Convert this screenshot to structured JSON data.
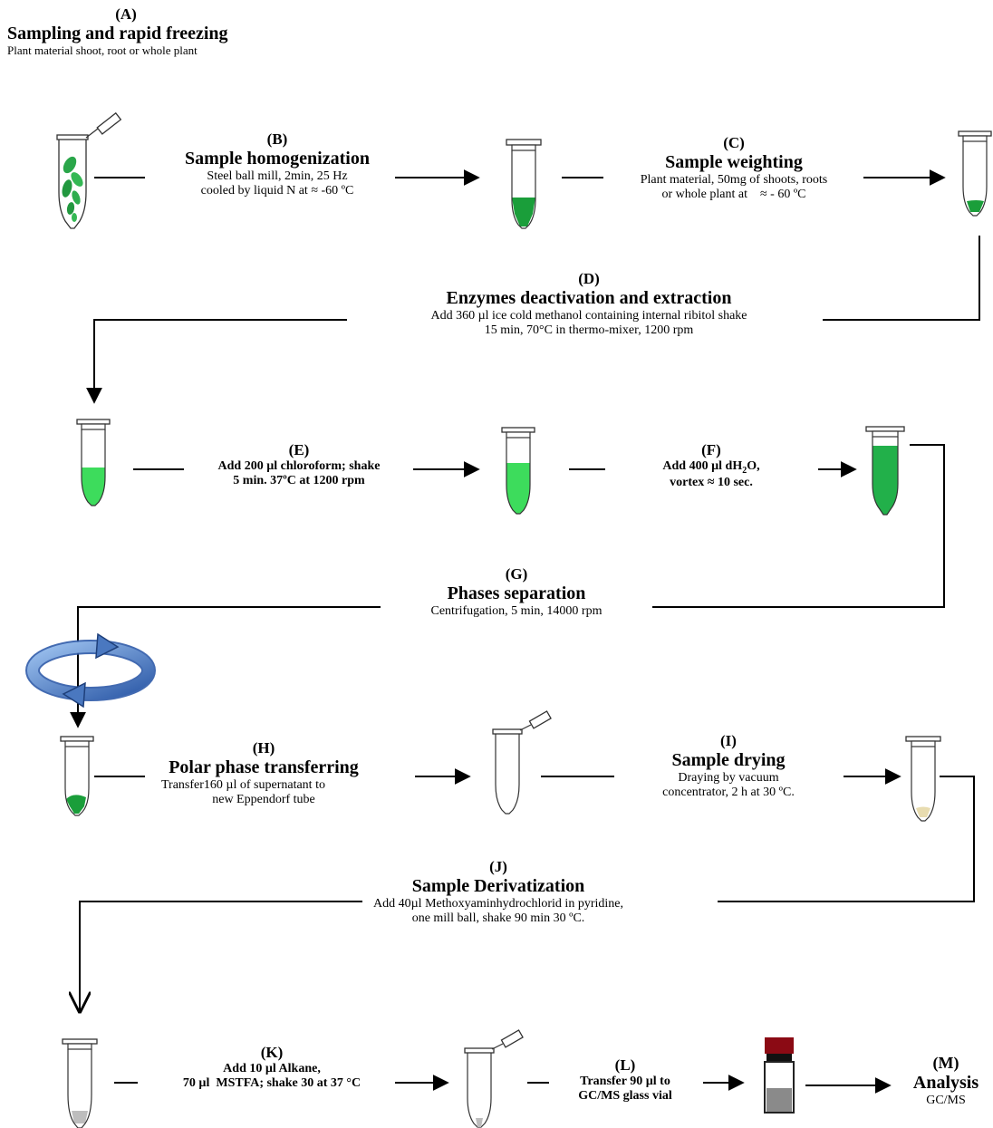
{
  "steps": {
    "A": {
      "letter": "(A)",
      "title": "Sampling and rapid freezing",
      "desc": "Plant material shoot, root or whole plant"
    },
    "B": {
      "letter": "(B)",
      "title": "Sample homogenization",
      "desc1": "Steel ball mill, 2min, 25 Hz",
      "desc2": "cooled by liquid N at ≈ -60 ºC"
    },
    "C": {
      "letter": "(C)",
      "title": "Sample weighting",
      "desc1": "Plant material, 50mg of shoots, roots",
      "desc2": "or whole plant at    ≈ - 60 ºC"
    },
    "D": {
      "letter": "(D)",
      "title": "Enzymes deactivation and extraction",
      "desc1": "Add 360 µl ice cold methanol containing internal ribitol shake",
      "desc2": "15 min, 70°C in thermo-mixer, 1200 rpm"
    },
    "E": {
      "letter": "(E)",
      "desc1": "Add 200 µl chloroform; shake",
      "desc2": "5 min. 37ºC at 1200 rpm"
    },
    "F": {
      "letter": "(F)",
      "desc1_pre": "Add 400 µl dH",
      "desc1_sub": "2",
      "desc1_post": "O,",
      "desc2": "vortex ≈ 10 sec."
    },
    "G": {
      "letter": "(G)",
      "title": "Phases separation",
      "desc": "Centrifugation, 5 min, 14000 rpm"
    },
    "H": {
      "letter": "(H)",
      "title": "Polar phase transferring",
      "desc1": "Transfer160 µl of supernatant to",
      "desc2": "new Eppendorf tube"
    },
    "I": {
      "letter": "(I)",
      "title": "Sample drying",
      "desc1": "Draying by vacuum",
      "desc2": "concentrator, 2 h at 30 ºC."
    },
    "J": {
      "letter": "(J)",
      "title": "Sample Derivatization",
      "desc1": "Add 40µl Methoxyaminhydrochlorid in pyridine,",
      "desc2": "one mill ball, shake 90 min 30 ºC."
    },
    "K": {
      "letter": "(K)",
      "desc1": "Add 10 µl Alkane,",
      "desc2": "70 µl  MSTFA; shake 30 at 37 °C"
    },
    "L": {
      "letter": "(L)",
      "desc1": "Transfer 90 µl to",
      "desc2": "GC/MS glass vial"
    },
    "M": {
      "letter": "(M)",
      "title": "Analysis",
      "desc": "GC/MS"
    }
  },
  "colors": {
    "green_dark": "#1a9e3a",
    "green_light": "#3ddc5c",
    "green_mid": "#22b04a",
    "vial_cap": "#8b0a14",
    "vial_liquid": "#8a8a8a",
    "dried_pellet": "#e8dcb0",
    "centrifuge_blue": "#4a78c0"
  }
}
